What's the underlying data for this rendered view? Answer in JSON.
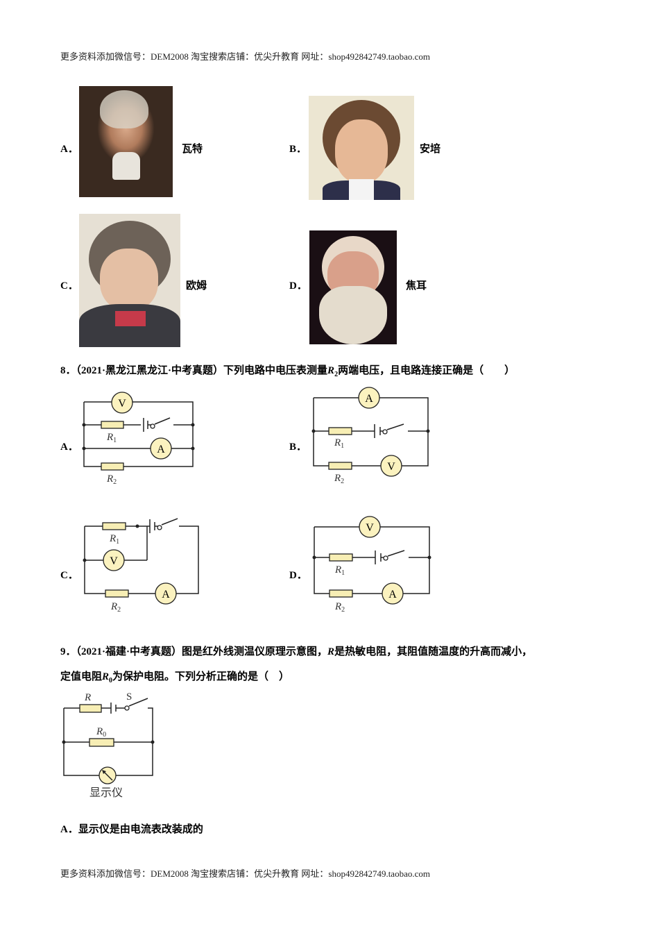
{
  "header": {
    "text": "更多资料添加微信号：DEM2008  淘宝搜索店铺：优尖升教育  网址：shop492842749.taobao.com"
  },
  "footer": {
    "text": "更多资料添加微信号：DEM2008  淘宝搜索店铺：优尖升教育  网址：shop492842749.taobao.com"
  },
  "q7": {
    "options": [
      {
        "label": "A．",
        "name": "瓦特"
      },
      {
        "label": "B．",
        "name": "安培"
      },
      {
        "label": "C．",
        "name": "欧姆"
      },
      {
        "label": "D．",
        "name": "焦耳"
      }
    ]
  },
  "q8": {
    "number": "8．",
    "source": "（2021·黑龙江黑龙江·中考真题）",
    "stem_before": "下列电路中电压表测量",
    "var": "R",
    "sub": "2",
    "stem_after": "两端电压，且电路连接正确是（　　）",
    "options": [
      {
        "label": "A．"
      },
      {
        "label": "B．"
      },
      {
        "label": "C．"
      },
      {
        "label": "D．"
      }
    ],
    "labels": {
      "r1": "R",
      "r1_sub": "1",
      "r2": "R",
      "r2_sub": "2",
      "voltmeter": "V",
      "ammeter": "A"
    }
  },
  "q9": {
    "number": "9．",
    "source": "（2021·福建·中考真题）",
    "line1_before": "图是红外线测温仪原理示意图，",
    "line1_var": "R",
    "line1_after": "是热敏电阻，其阻值随温度的升高而减小，",
    "line2_before": "定值电阻",
    "line2_var": "R",
    "line2_sub": "0",
    "line2_after": "为保护电阻。下列分析正确的是（　）",
    "diagram": {
      "r": "R",
      "r0": "R",
      "r0_sub": "0",
      "switch": "S",
      "display": "显示仪"
    },
    "option_a": {
      "label": "A．",
      "text": "显示仪是由电流表改装成的"
    }
  },
  "colors": {
    "resistor_fill": "#f7eeb4",
    "meter_fill": "#fbf2bf",
    "wire": "#222222"
  }
}
